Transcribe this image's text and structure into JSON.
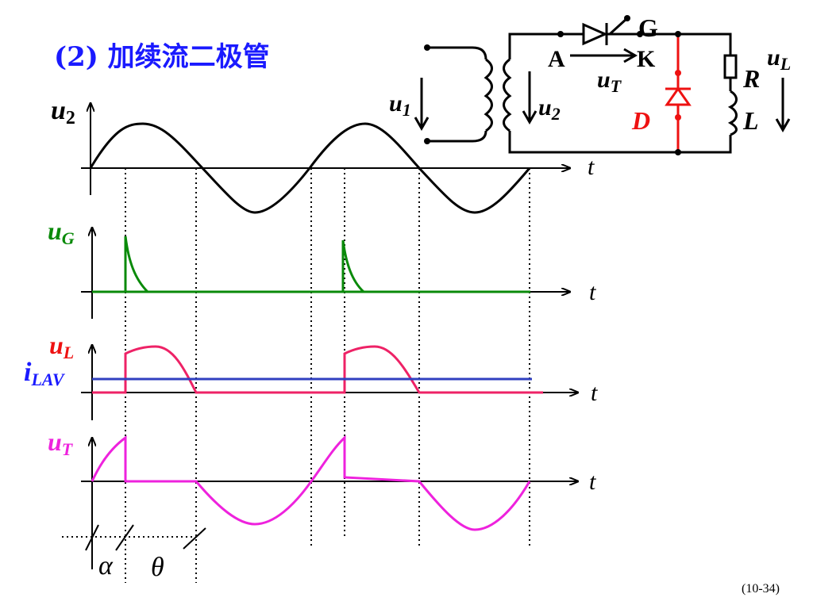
{
  "title": "(2) 加续流二极管",
  "page_number": "(10-34)",
  "colors": {
    "title": "#1a1aff",
    "u2": "#000000",
    "uG": "#0a8a0a",
    "uL": "#ee2266",
    "iLAV": "#3040c0",
    "uT": "#ee22dd",
    "diode": "#ee1111"
  },
  "waveforms": {
    "u2": {
      "symbol": "u",
      "subscript": "2"
    },
    "uG": {
      "symbol": "u",
      "subscript": "G"
    },
    "uL": {
      "symbol": "u",
      "subscript": "L"
    },
    "iLAV": {
      "symbol": "i",
      "subscript": "LAV"
    },
    "uT": {
      "symbol": "u",
      "subscript": "T"
    },
    "time_label": "t",
    "alpha": "α",
    "theta": "θ"
  },
  "circuit": {
    "u1": {
      "symbol": "u",
      "subscript": "1"
    },
    "u2": {
      "symbol": "u",
      "subscript": "2"
    },
    "uT": {
      "symbol": "u",
      "subscript": "T"
    },
    "uL": {
      "symbol": "u",
      "subscript": "L"
    },
    "gate": "G",
    "anode": "A",
    "cathode": "K",
    "resistor": "R",
    "inductor": "L",
    "diode": "D"
  }
}
